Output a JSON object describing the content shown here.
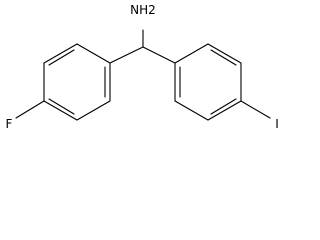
{
  "molecule": {
    "atoms": {
      "amine": "NH2",
      "fluorine": "F",
      "iodine": "I"
    }
  },
  "colors": {
    "background": "#ffffff",
    "bond": "#000000",
    "label": "#000000"
  }
}
